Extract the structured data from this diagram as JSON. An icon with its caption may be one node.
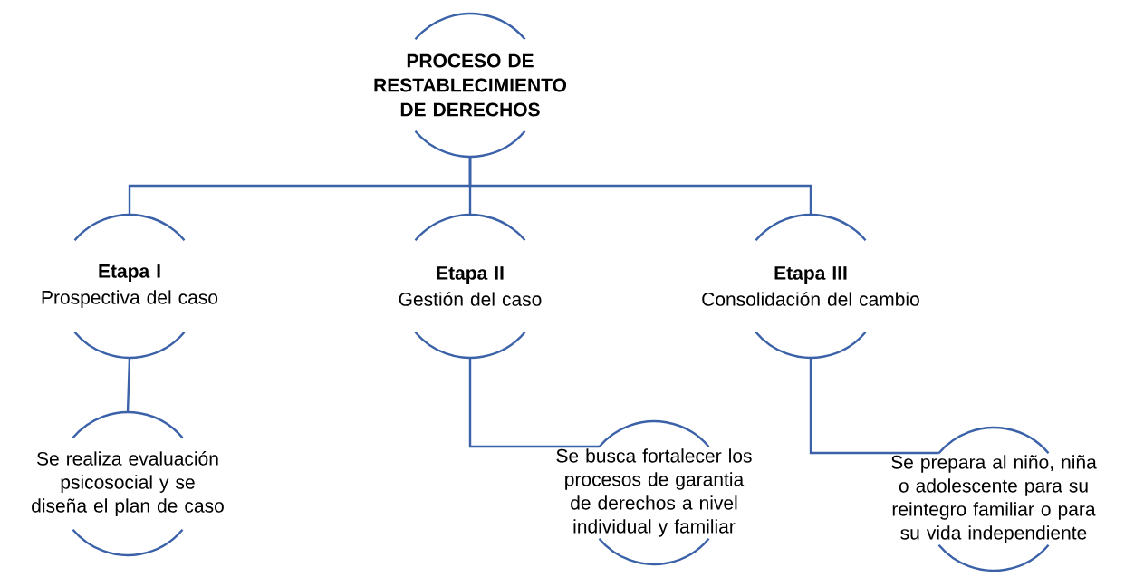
{
  "diagram": {
    "nodes": [
      {
        "text": [
          "PROCESO DE RESTABLECIMIENTO DE DERECHOS"
        ]
      },
      {
        "text": [
          "Etapa I",
          "Prospectiva del caso"
        ]
      },
      {
        "text": [
          "Etapa II",
          "Gestión del caso"
        ]
      },
      {
        "text": [
          "Etapa III",
          "Consolidación del cambio"
        ]
      },
      {
        "text": [
          "Se realiza evaluación psicosocial y se diseña el plan de caso"
        ]
      },
      {
        "text": [
          "Se busca fortalecer los procesos de garantia de derechos a nivel individual y familiar"
        ]
      },
      {
        "text": [
          "Se prepara al niño, niña o adolescente para su reintegro familiar o para su vida independiente"
        ]
      }
    ],
    "edges": [
      {
        "from": 0,
        "to": 1,
        "arrow": "none"
      },
      {
        "from": 0,
        "to": 2,
        "arrow": "none"
      },
      {
        "from": 0,
        "to": 3,
        "arrow": "none"
      },
      {
        "from": 1,
        "to": 4,
        "arrow": "none"
      },
      {
        "from": 2,
        "to": 5,
        "arrow": "none"
      },
      {
        "from": 3,
        "to": 6,
        "arrow": "none"
      }
    ]
  }
}
